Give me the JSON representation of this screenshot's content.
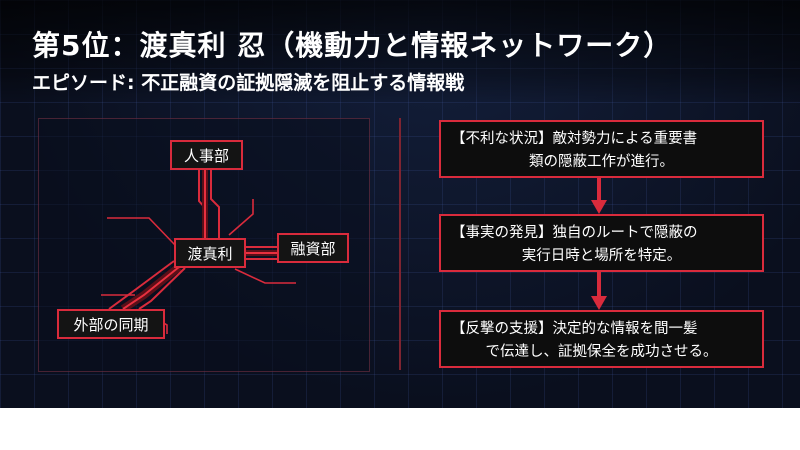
{
  "title": "第5位：渡真利 忍（機動力と情報ネットワーク）",
  "subtitle": "エピソード: 不正融資の証拠隠滅を阻止する情報戦",
  "network": {
    "center": "渡真利",
    "top": "人事部",
    "right": "融資部",
    "bottom_left": "外部の同期"
  },
  "steps": [
    {
      "line1": "【不利な状況】敵対勢力による重要書",
      "line2": "類の隠蔽工作が進行。"
    },
    {
      "line1": "【事実の発見】独自のルートで隠蔽の",
      "line2": "実行日時と場所を特定。"
    },
    {
      "line1": "【反撃の支援】決定的な情報を間一髪",
      "line2": "で伝達し、証拠保全を成功させる。"
    }
  ],
  "colors": {
    "accent": "#d92b3c",
    "background": "#0a0f1e",
    "text": "#ffffff"
  },
  "icons": [
    "arrow-down-icon"
  ]
}
